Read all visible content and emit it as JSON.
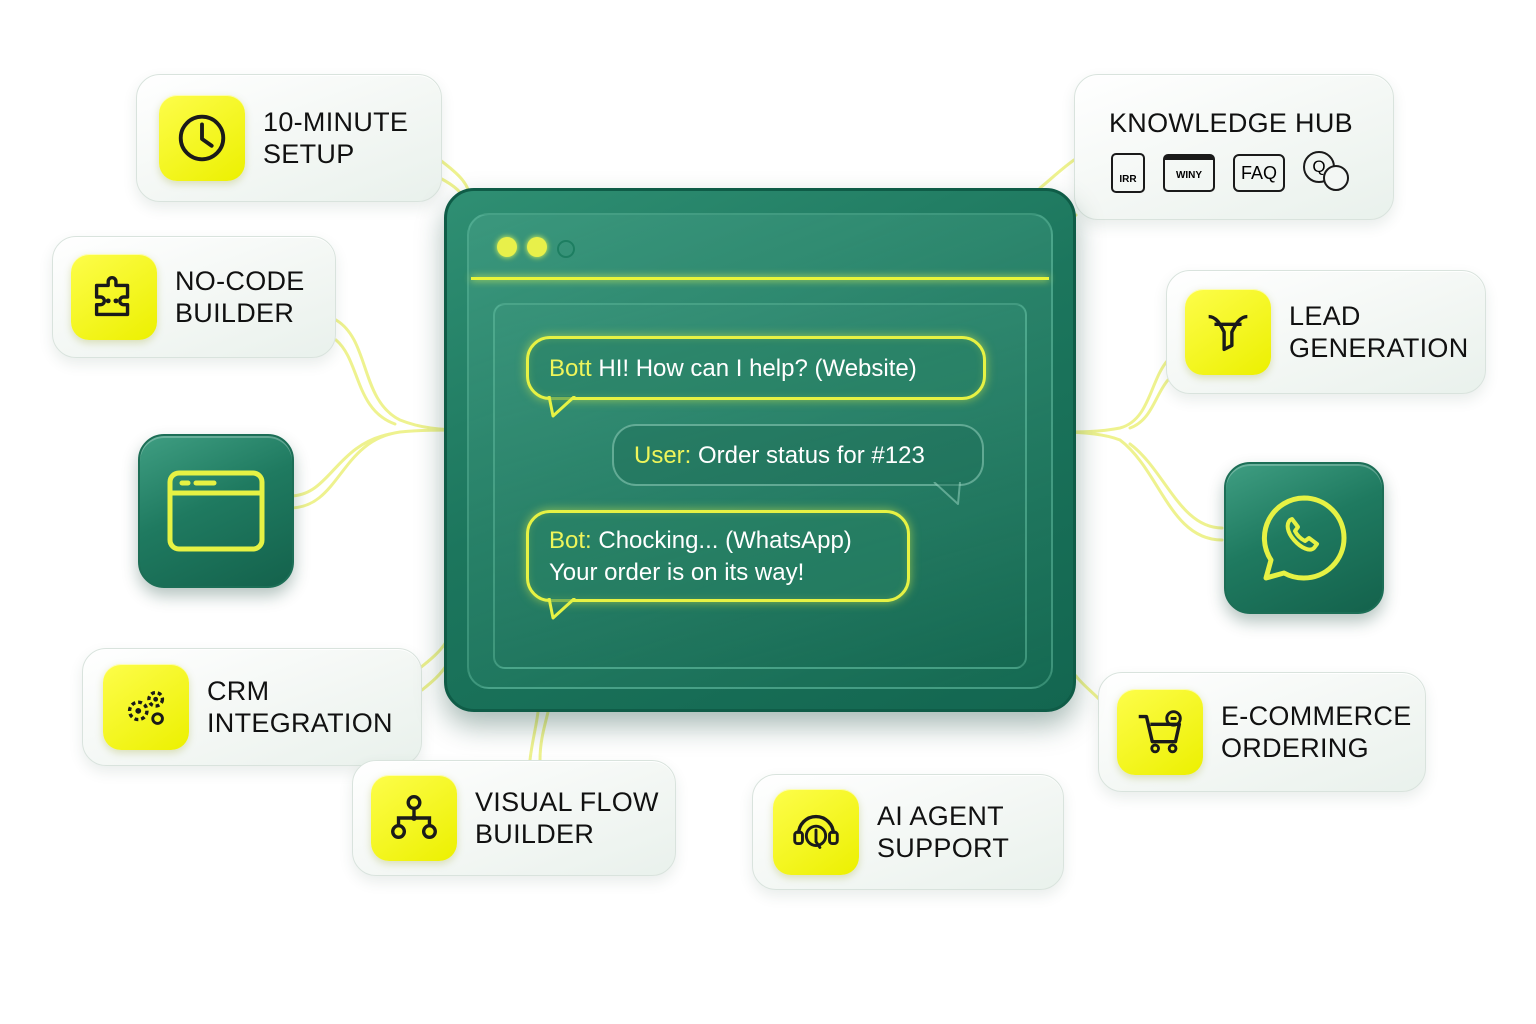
{
  "colors": {
    "accent": "#e6f244",
    "window_green": "#1c765d",
    "connector": "#eef28a"
  },
  "features": {
    "setup": {
      "line1": "10-MINUTE",
      "line2": "SETUP",
      "icon": "clock-icon"
    },
    "nocode": {
      "line1": "NO-CODE",
      "line2": "BUILDER",
      "icon": "puzzle-icon"
    },
    "website": {
      "icon": "browser-window-icon"
    },
    "crm": {
      "line1": "CRM",
      "line2": "INTEGRATION",
      "icon": "gears-icon"
    },
    "flow": {
      "line1": "VISUAL FLOW",
      "line2": "BUILDER",
      "icon": "flow-diagram-icon"
    },
    "ai": {
      "line1": "AI AGENT",
      "line2": "SUPPORT",
      "icon": "headset-agent-icon"
    },
    "ecommerce": {
      "line1": "E-COMMERCE",
      "line2": "ORDERING",
      "icon": "shopping-cart-icon"
    },
    "whatsapp": {
      "icon": "whatsapp-icon"
    },
    "lead": {
      "line1": "LEAD",
      "line2": "GENERATION",
      "icon": "funnel-icon"
    },
    "knowledge": {
      "title": "KNOWLEDGE HUB",
      "doc_label": "IRR",
      "web_label": "WINY",
      "faq_label": "FAQ",
      "chat_label": "Q"
    }
  },
  "chat": {
    "msg1": {
      "speaker": "Bott",
      "text": " HI! How can I help? (Website)"
    },
    "msg2": {
      "speaker": "User:",
      "text": " Order status for #123"
    },
    "msg3": {
      "speaker": "Bot:",
      "text": " Chocking... (WhatsApp)",
      "line2": "Your order is on its way!"
    }
  }
}
